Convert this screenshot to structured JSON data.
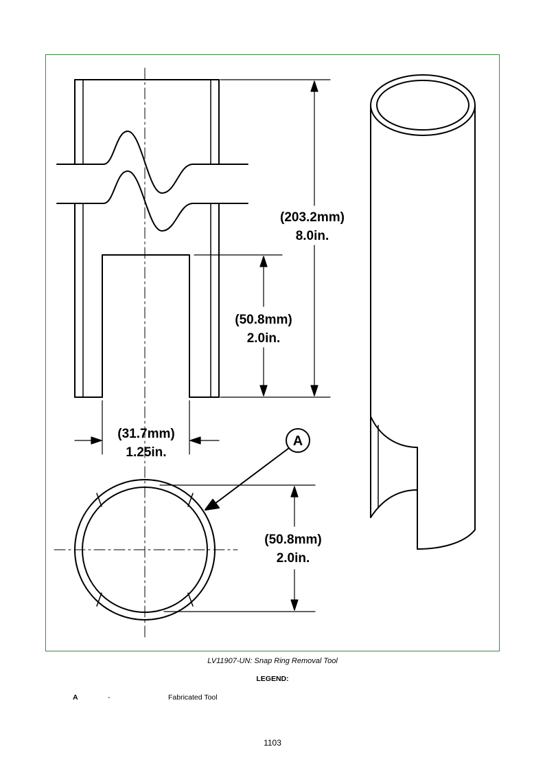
{
  "figure": {
    "caption": "LV11907-UN: Snap Ring Removal Tool",
    "dimensions": {
      "overall_length_mm": "(203.2mm)",
      "overall_length_in": "8.0in.",
      "slot_depth_mm": "(50.8mm)",
      "slot_depth_in": "2.0in.",
      "slot_width_mm": "(31.7mm)",
      "slot_width_in": "1.25in.",
      "diameter_mm": "(50.8mm)",
      "diameter_in": "2.0in."
    },
    "callout": "A",
    "frame_color": "#3a8a3a"
  },
  "legend": {
    "title": "LEGEND:",
    "items": [
      {
        "key": "A",
        "separator": "-",
        "description": "Fabricated Tool"
      }
    ]
  },
  "page_number": "1103"
}
